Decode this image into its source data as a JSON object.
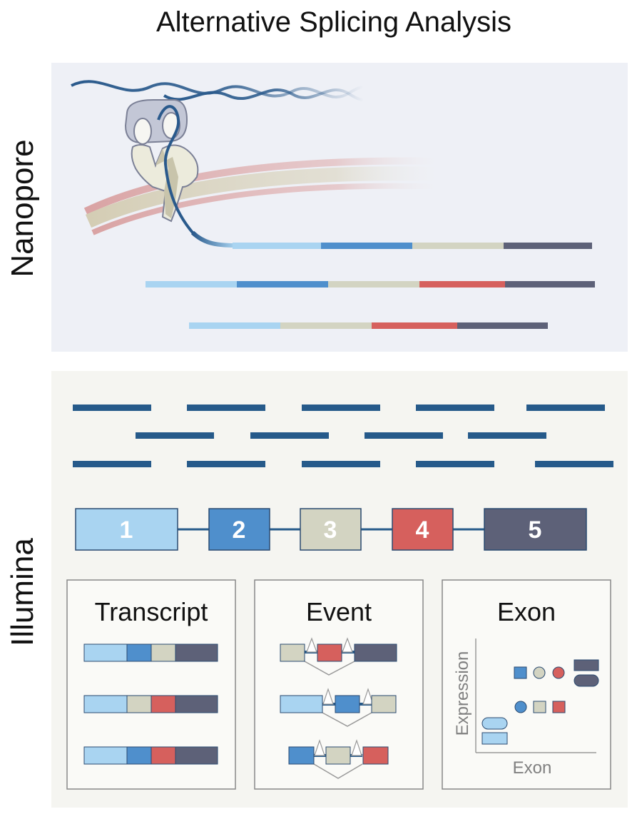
{
  "title": "Alternative Splicing Analysis",
  "sections": {
    "nanopore": "Nanopore",
    "illumina": "Illumina"
  },
  "exons": [
    "1",
    "2",
    "3",
    "4",
    "5"
  ],
  "panels": {
    "transcript": "Transcript",
    "event": "Event",
    "exon": {
      "title": "Exon",
      "y_axis": "Expression",
      "x_axis": "Exon"
    }
  },
  "colors": {
    "exon1": "#a9d4f1",
    "exon2": "#4f8fcc",
    "exon3": "#d3d4c2",
    "exon4": "#d6605d",
    "exon5": "#5d6178",
    "read": "#265a8a",
    "nanopore_bg": "#eef0f6",
    "illumina_bg": "#f5f5f1"
  }
}
